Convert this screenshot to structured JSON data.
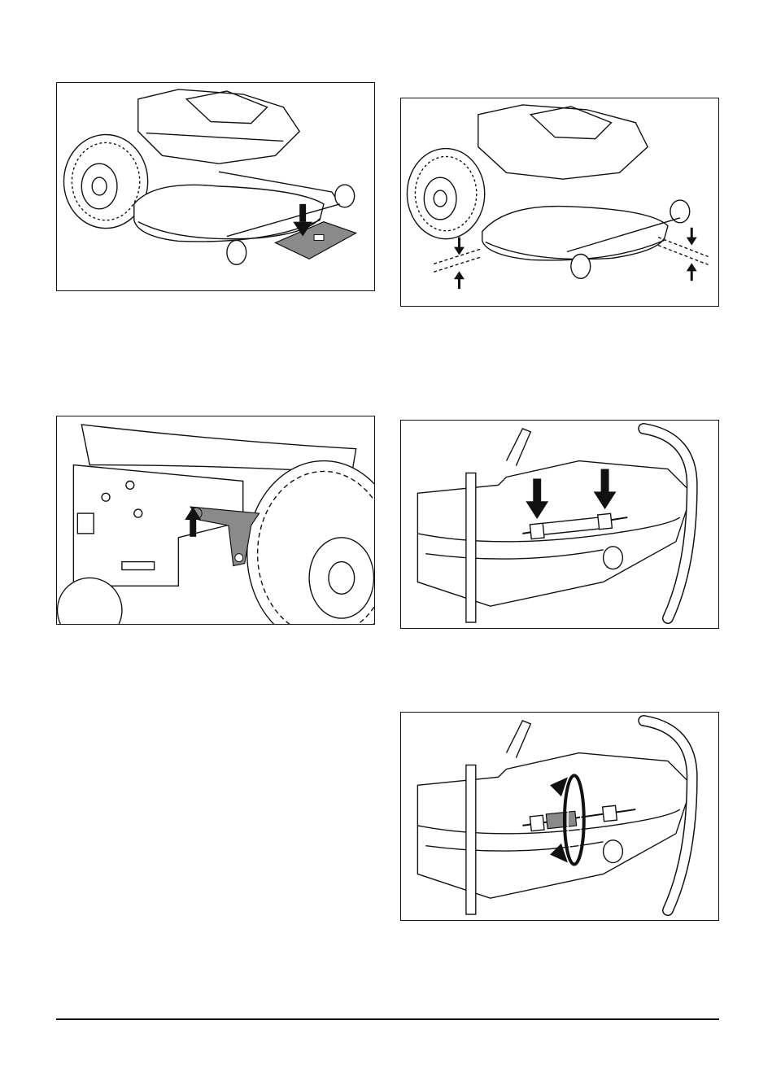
{
  "figures": [
    {
      "icon": "mower-deck-on-board-illustration",
      "caption": ""
    },
    {
      "icon": "mower-deck-height-gap-illustration",
      "caption": ""
    },
    {
      "icon": "rear-lift-bracket-illustration",
      "caption": ""
    },
    {
      "icon": "adjustment-rod-nuts-illustration",
      "caption": ""
    },
    {
      "icon": "adjustment-rod-turnbuckle-illustration",
      "caption": ""
    }
  ],
  "colors": {
    "line": "#111111",
    "fill_grey": "#8a8a8a",
    "light_grey": "#bdbdbd",
    "paper": "#ffffff"
  }
}
